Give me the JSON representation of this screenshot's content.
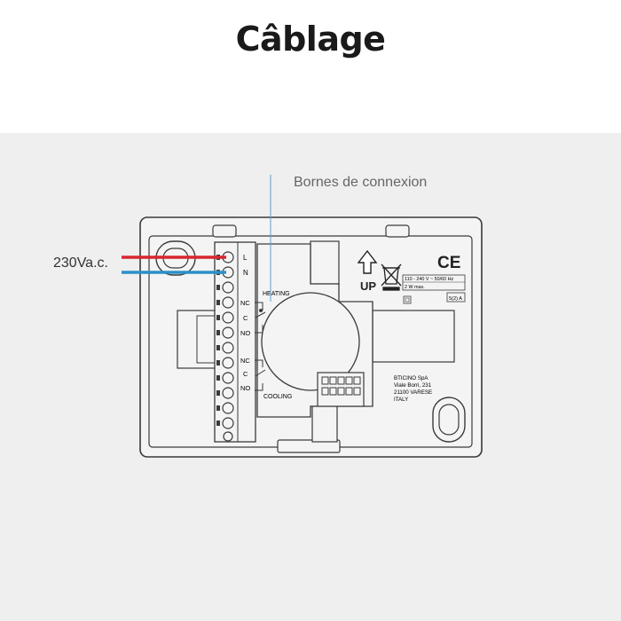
{
  "title": "Câblage",
  "callout_label": "Bornes de connexion",
  "voltage_label": "230Va.c.",
  "terminals": {
    "line": "L",
    "neutral": "N",
    "heating_nc": "NC",
    "heating_c": "C",
    "heating_no": "NO",
    "cooling_nc": "NC",
    "cooling_c": "C",
    "cooling_no": "NO"
  },
  "heating_label": "HEATING",
  "cooling_label": "COOLING",
  "up_label": "UP",
  "ce_mark": "CE",
  "rating": {
    "line1": "110 - 240 V ~ 50/60 Hz",
    "line2": "2 W max.",
    "relay": "5(2) A"
  },
  "manufacturer": {
    "name": "BTICINO SpA",
    "street": "Viale Borri, 231",
    "city": "21100 VARESE",
    "country": "ITALY"
  },
  "colors": {
    "live_wire": "#d8262f",
    "neutral_wire": "#2c8fc9",
    "outline": "#3a3a3a",
    "panel": "#efefef"
  }
}
